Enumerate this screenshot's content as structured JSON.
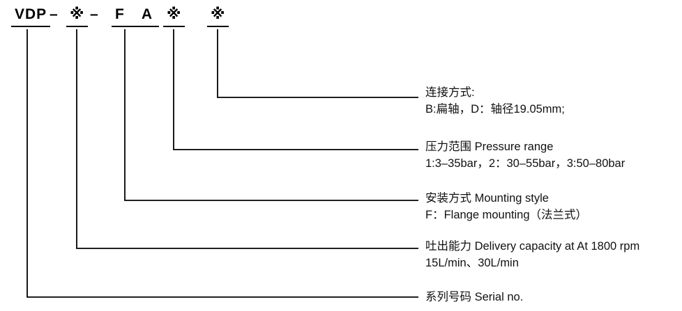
{
  "model_code": {
    "tokens": [
      {
        "text": "VDP"
      },
      {
        "text": "–"
      },
      {
        "text": "※"
      },
      {
        "text": "–"
      },
      {
        "text": "F A"
      },
      {
        "text": "※"
      },
      {
        "text": "※"
      }
    ]
  },
  "legend": {
    "connection": {
      "line1": "连接方式:",
      "line2": "B:扁轴，D：轴径19.05mm;"
    },
    "pressure": {
      "line1": "压力范围 Pressure range",
      "line2": "1:3–35bar，2：30–55bar，3:50–80bar"
    },
    "mounting": {
      "line1": "安装方式 Mounting style",
      "line2": "F：Flange mounting（法兰式）"
    },
    "delivery": {
      "line1": "吐出能力 Delivery capacity at At 1800 rpm",
      "line2": "15L/min、30L/min"
    },
    "serial": {
      "line1": "系列号码 Serial no."
    }
  },
  "colors": {
    "line": "#000000",
    "text": "#111111"
  }
}
